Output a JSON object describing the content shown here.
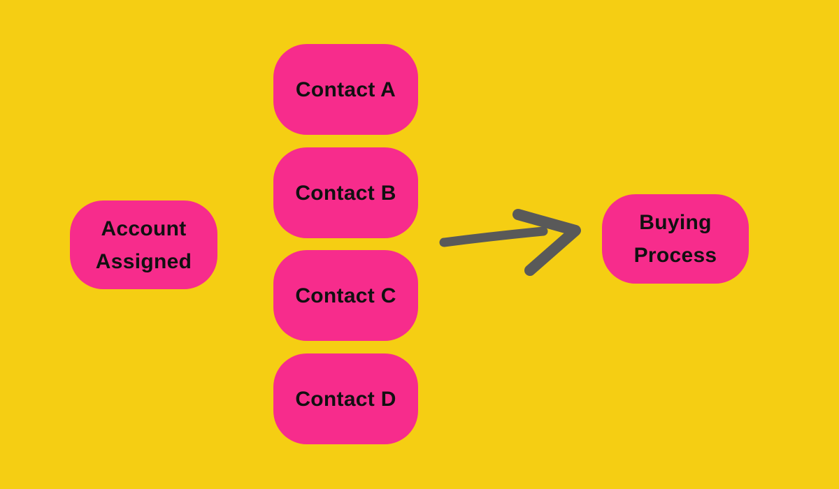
{
  "colors": {
    "background": "#F5CE13",
    "node_fill": "#F72C8C",
    "text": "#111111",
    "arrow": "#595959"
  },
  "nodes": {
    "account": {
      "line1": "Account",
      "line2": "Assigned"
    },
    "contacts": [
      {
        "label": "Contact A"
      },
      {
        "label": "Contact B"
      },
      {
        "label": "Contact C"
      },
      {
        "label": "Contact D"
      }
    ],
    "buying": {
      "line1": "Buying",
      "line2": "Process"
    }
  },
  "icons": {
    "arrow": "hand-drawn-right-arrow"
  }
}
